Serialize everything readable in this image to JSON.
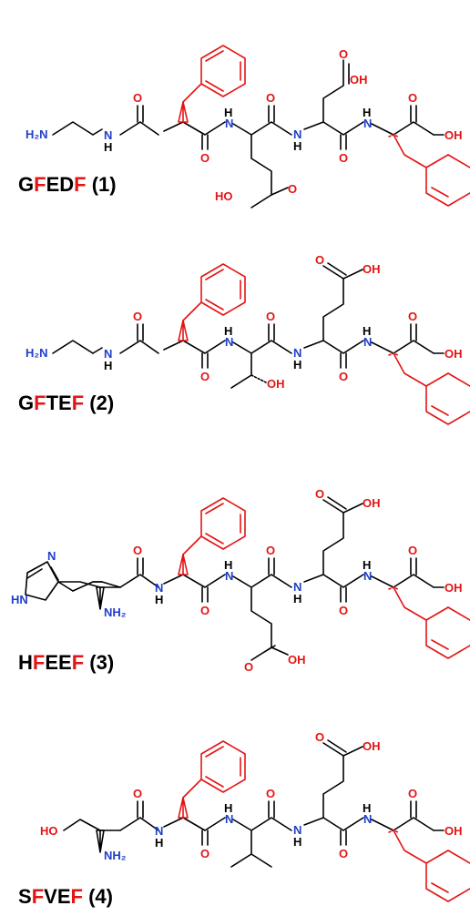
{
  "atoms": {
    "O": "O",
    "OH": "OH",
    "HO": "HO",
    "N": "N",
    "H": "H",
    "H2N": "H₂N",
    "NH2": "NH₂",
    "HN": "HN"
  },
  "peptides": [
    {
      "label": [
        "G",
        "F",
        "E",
        "D",
        "F",
        " (1)"
      ]
    },
    {
      "label": [
        "G",
        "F",
        "T",
        "E",
        "F",
        " (2)"
      ]
    },
    {
      "label": [
        "H",
        "F",
        "E",
        "E",
        "F",
        " (3)"
      ]
    },
    {
      "label": [
        "S",
        "F",
        "V",
        "E",
        "F",
        " (4)"
      ]
    }
  ],
  "colors": {
    "bond": "#000000",
    "highlight": "#e41414",
    "oxygen": "#e41414",
    "nitrogen": "#1f3fcc"
  }
}
